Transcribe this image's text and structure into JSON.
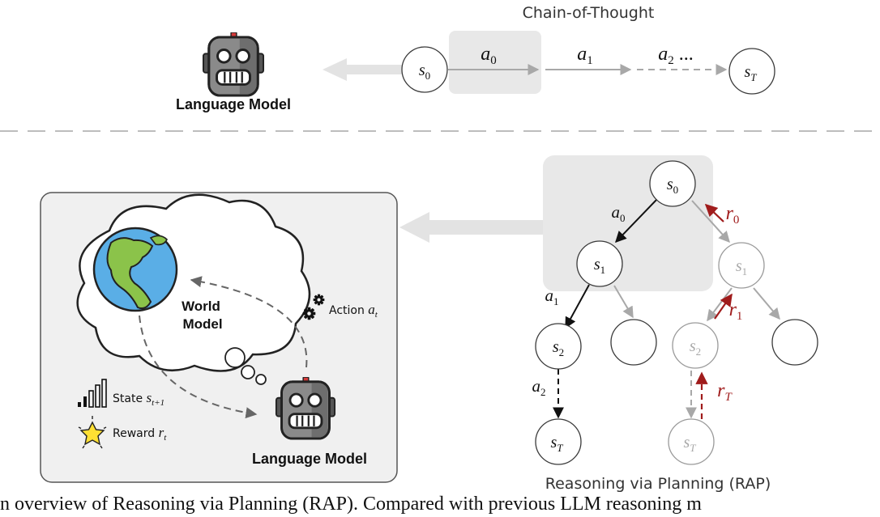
{
  "cot": {
    "title": "Chain-of-Thought",
    "lm_label": "Language Model",
    "state_start": "s",
    "state_start_sub": "0",
    "state_end": "s",
    "state_end_sub": "T",
    "actions": [
      {
        "sym": "a",
        "sub": "0"
      },
      {
        "sym": "a",
        "sub": "1"
      },
      {
        "sym": "a",
        "sub": "2",
        "suffix": " ..."
      }
    ]
  },
  "world": {
    "title_line1": "World",
    "title_line2": "Model",
    "lm_label": "Language Model",
    "action_text": "Action ",
    "action_sym": "a",
    "action_sub": "t",
    "state_text": "State ",
    "state_sym": "s",
    "state_sub": "t+1",
    "reward_text": "Reward ",
    "reward_sym": "r",
    "reward_sub": "t"
  },
  "rap": {
    "title": "Reasoning via Planning (RAP)",
    "nodes": {
      "root": {
        "sym": "s",
        "sub": "0"
      },
      "left_s1": {
        "sym": "s",
        "sub": "1"
      },
      "right_s1": {
        "sym": "s",
        "sub": "1"
      },
      "left_s2": {
        "sym": "s",
        "sub": "2"
      },
      "right_s2": {
        "sym": "s",
        "sub": "2"
      },
      "left_sT": {
        "sym": "s",
        "sub": "T"
      },
      "right_sT": {
        "sym": "s",
        "sub": "T"
      }
    },
    "actions": [
      {
        "sym": "a",
        "sub": "0"
      },
      {
        "sym": "a",
        "sub": "1"
      },
      {
        "sym": "a",
        "sub": "2"
      }
    ],
    "rewards": [
      {
        "sym": "r",
        "sub": "0"
      },
      {
        "sym": "r",
        "sub": "1"
      },
      {
        "sym": "r",
        "sub": "T"
      }
    ]
  },
  "caption": "n overview of Reasoning via Planning (RAP). Compared with previous LLM reasoning m",
  "colors": {
    "reward": "#a01c1c",
    "faded": "#a8a8a8",
    "panel": "#f0f0f0",
    "highlight": "#e8e8e8",
    "earth_ocean": "#5aaee6",
    "earth_land": "#8bc34a",
    "star": "#ffe033"
  },
  "icons": [
    "robot-icon",
    "gear-icon",
    "signal-bars-icon",
    "star-icon",
    "earth-icon",
    "thought-cloud"
  ]
}
